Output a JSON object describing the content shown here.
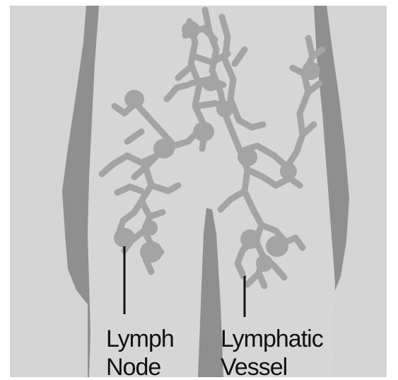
{
  "labels": {
    "lymph_node": [
      "Lymph",
      "Node"
    ],
    "lymphatic_vessel": [
      "Lymphatic",
      "Vessel"
    ]
  },
  "colors": {
    "background_frame": "#ffffff",
    "dark_gray": "#8f8f8f",
    "body_light": "#d6d6d6",
    "lymph_gray": "#a4a4a4",
    "pointer_line": "#111111",
    "text": "#111111"
  }
}
